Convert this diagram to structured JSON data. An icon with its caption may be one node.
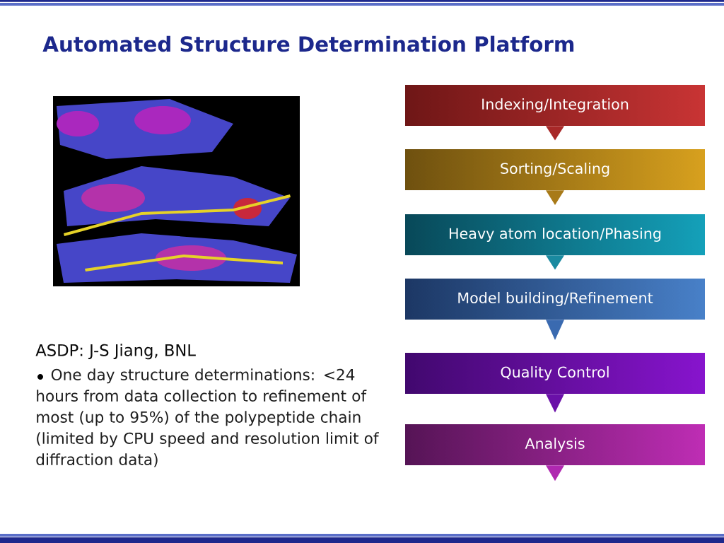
{
  "diagram": {
    "title": "Automated Structure Determination Platform",
    "nodes": [
      {
        "text": [
          "Indexing/Integration"
        ]
      },
      {
        "text": [
          "Sorting/Scaling"
        ]
      },
      {
        "text": [
          "Heavy atom location/Phasing"
        ]
      },
      {
        "text": [
          "Model building/Refinement"
        ]
      },
      {
        "text": [
          "Quality Control"
        ]
      },
      {
        "text": [
          "Analysis"
        ]
      }
    ],
    "edges": [
      {
        "from": 0,
        "to": 1,
        "arrow": "to",
        "color": "#a82828"
      },
      {
        "from": 1,
        "to": 2,
        "arrow": "to",
        "color": "#a87a18"
      },
      {
        "from": 2,
        "to": 3,
        "arrow": "to",
        "color": "#1a8aa0"
      },
      {
        "from": 3,
        "to": 4,
        "arrow": "to",
        "color": "#3a6ab0"
      },
      {
        "from": 4,
        "to": 5,
        "arrow": "to",
        "color": "#6a10a8"
      },
      {
        "from": 5,
        "to": null,
        "arrow": "to",
        "color": "#b028b0"
      }
    ],
    "labels": [
      "ASDP: J-S Jiang, BNL",
      "One day structure determinations: <24 hours from data collection to refinement of most (up to 95%) of the polypeptide chain (limited by CPU speed and resolution limit of diffraction data)"
    ]
  }
}
